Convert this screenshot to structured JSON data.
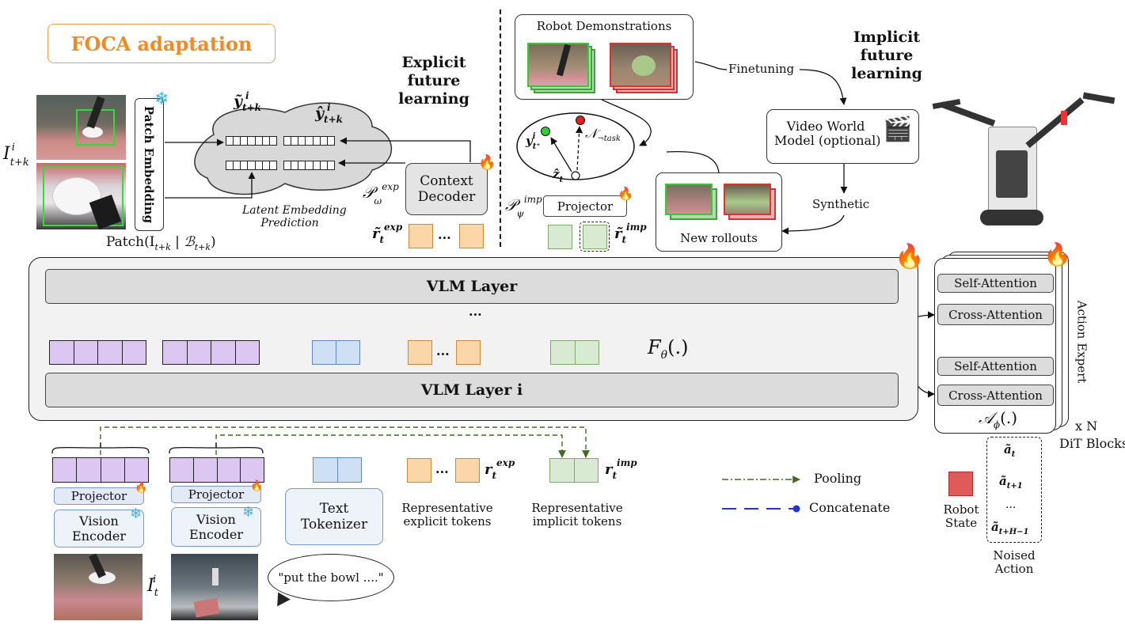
{
  "header": {
    "title": "FOCA adaptation",
    "title_color": "#f08a24"
  },
  "explicit": {
    "heading_line1": "Explicit",
    "heading_line2": "future",
    "heading_line3": "learning",
    "patch_embedding": "Patch Embedding",
    "patch_caption": "Patch(I",
    "latent_caption_line1": "Latent Embedding",
    "latent_caption_line2": "Prediction",
    "context_decoder_line1": "Context",
    "context_decoder_line2": "Decoder",
    "y_tilde": "ỹ",
    "y_hat": "ŷ",
    "p_omega": "𝒫",
    "r_exp": "r̃",
    "input_label": "I"
  },
  "implicit": {
    "heading_line1": "Implicit",
    "heading_line2": "future",
    "heading_line3": "learning",
    "robot_demos": "Robot Demonstrations",
    "finetuning": "Finetuning",
    "video_world_line1": "Video World",
    "video_world_line2": "Model (optional)",
    "synthetic": "Synthetic",
    "new_rollouts": "New rollouts",
    "projector": "Projector",
    "p_psi": "𝒫",
    "n_task": "𝒩",
    "n_task_sub": "¬task",
    "y_t": "y",
    "z_t": "ẑ",
    "r_imp": "r̃"
  },
  "vlm": {
    "layer_top": "VLM Layer",
    "ellipsis": "...",
    "layer_i": "VLM Layer i",
    "f_theta": "F",
    "token_ellipsis": "..."
  },
  "action_expert": {
    "title": "Action Expert",
    "self_attention_1": "Self-Attention",
    "cross_attention_1": "Cross-Attention",
    "self_attention_2": "Self-Attention",
    "cross_attention_2": "Cross-Attention",
    "a_phi": "𝒜",
    "x_n": "x N",
    "dit_blocks": "DiT Blocks"
  },
  "bottom": {
    "projector_1": "Projector",
    "projector_2": "Projector",
    "vision_encoder_1_line1": "Vision",
    "vision_encoder_1_line2": "Encoder",
    "vision_encoder_2_line1": "Vision",
    "vision_encoder_2_line2": "Encoder",
    "text_tokenizer_line1": "Text",
    "text_tokenizer_line2": "Tokenizer",
    "rep_explicit_line1": "Representative",
    "rep_explicit_line2": "explicit tokens",
    "rep_implicit_line1": "Representative",
    "rep_implicit_line2": "implicit tokens",
    "r_exp": "r",
    "r_imp": "r",
    "it_label": "I",
    "speech": "\"put the bowl ....\"",
    "token_ellipsis": "..."
  },
  "legend": {
    "pooling": "Pooling",
    "concatenate": "Concatenate"
  },
  "robot": {
    "state_line1": "Robot",
    "state_line2": "State",
    "noised_line1": "Noised",
    "noised_line2": "Action",
    "a_t": "ã",
    "a_t1": "ã",
    "a_dots": "...",
    "a_tH": "ã"
  },
  "colors": {
    "purple": "#dcc6f2",
    "blue": "#cfe0f5",
    "orange": "#fbd6a9",
    "green": "#d8ead2",
    "red": "#e05a5a",
    "concat_line": "#2233dd",
    "pooling_line": "#3d6e1e"
  }
}
